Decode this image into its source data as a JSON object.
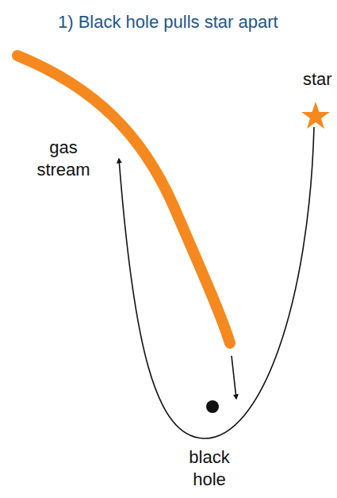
{
  "diagram": {
    "title": "1) Black hole pulls star apart",
    "labels": [
      "star",
      "gas stream",
      "black hole"
    ]
  }
}
